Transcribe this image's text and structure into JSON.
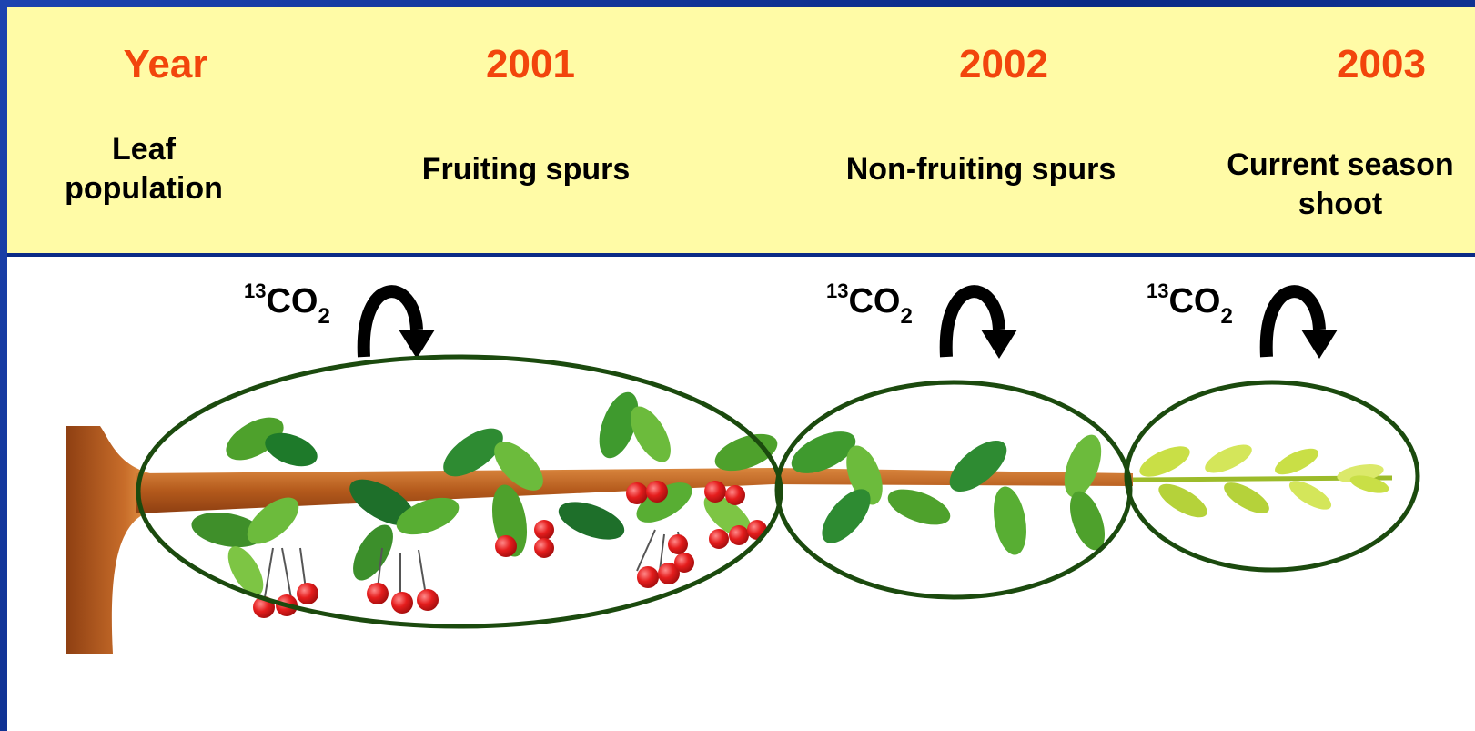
{
  "header": {
    "year_label": "Year",
    "years": [
      "2001",
      "2002",
      "2003"
    ],
    "leaf_population_line1": "Leaf",
    "leaf_population_line2": "population",
    "segments": [
      {
        "line1": "Fruiting spurs",
        "line2": ""
      },
      {
        "line1": "Non-fruiting spurs",
        "line2": ""
      },
      {
        "line1": "Current season",
        "line2": "shoot"
      }
    ]
  },
  "labels": {
    "co2_sup": "13",
    "co2_main": "CO",
    "co2_sub": "2"
  },
  "colors": {
    "year_red": "#f2450c",
    "header_yellow": "#fffba6",
    "ellipse_green": "#1b4a0e",
    "branch_brown": "#b45a1c",
    "cherry_red": "#e02020"
  },
  "icons": [
    "curved-arrow-icon",
    "ellipse-outline",
    "leaf-icon",
    "cherry-icon"
  ]
}
